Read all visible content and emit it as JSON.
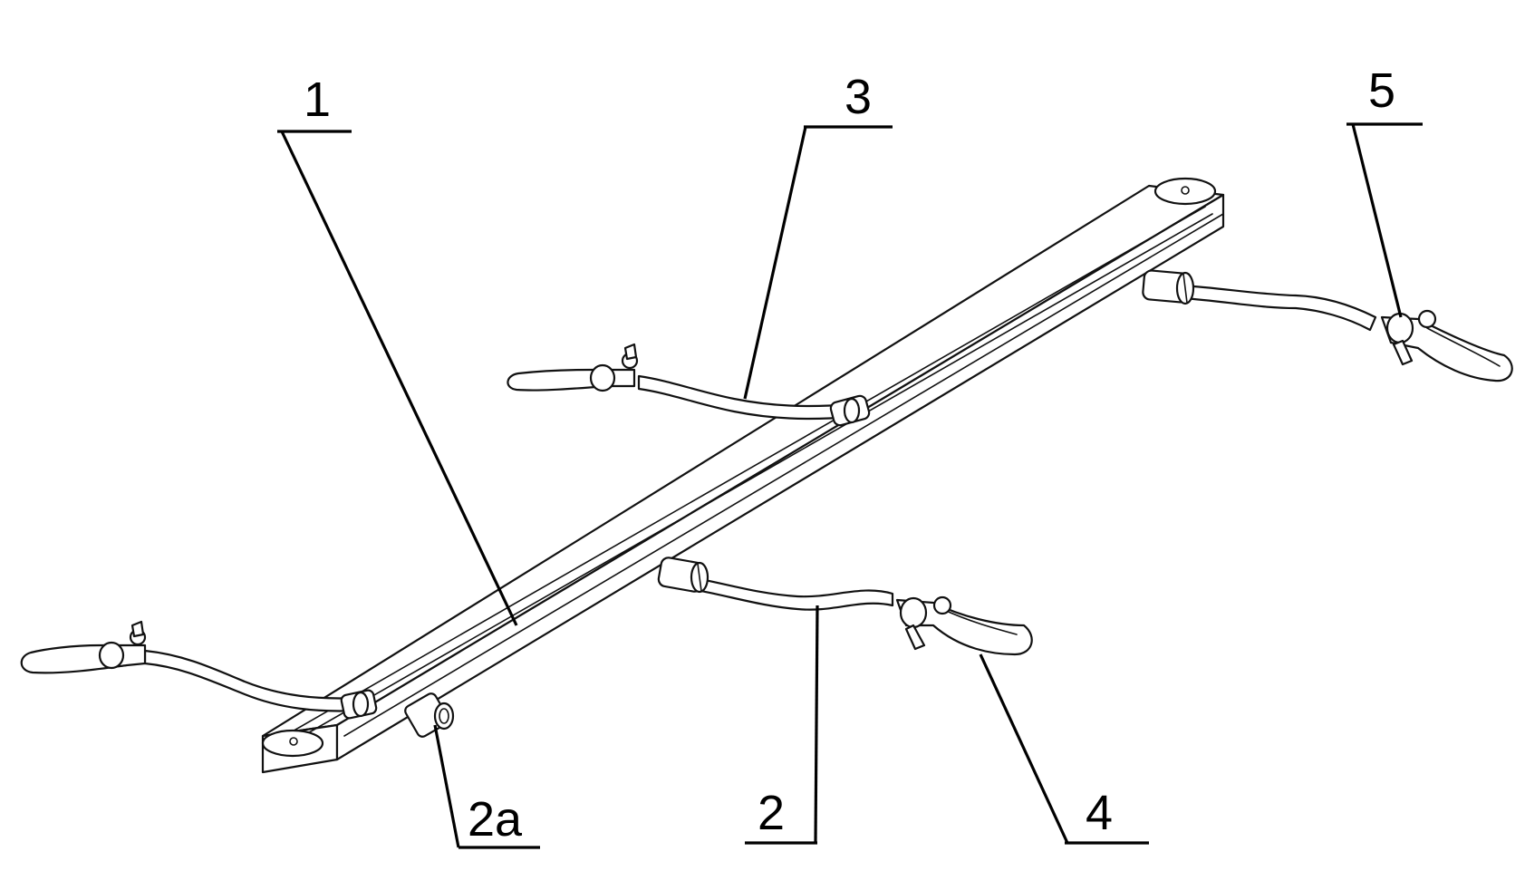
{
  "callouts": {
    "c1": "1",
    "c3": "3",
    "c5": "5",
    "c2a": "2a",
    "c2": "2",
    "c4": "4"
  }
}
